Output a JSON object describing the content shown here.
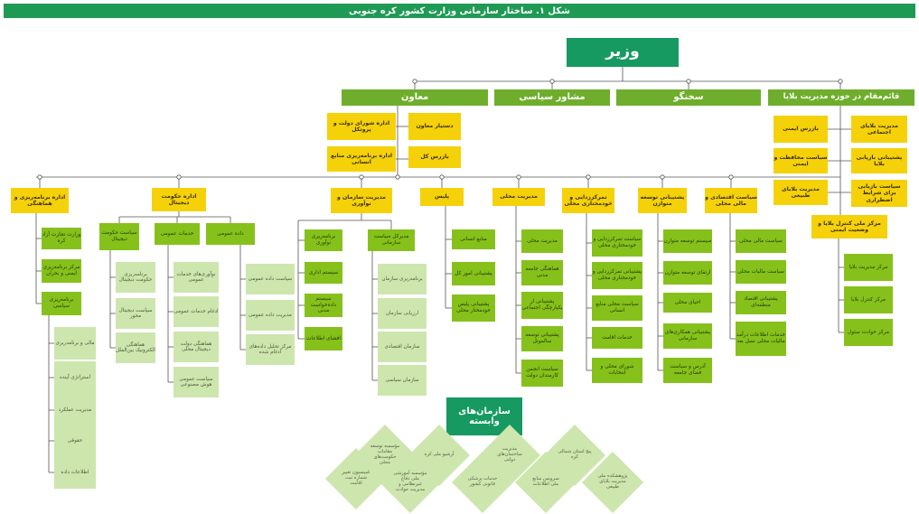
{
  "title": "شکل ۱. ساختار سازمانی وزارت کشور کره جنوبی",
  "top": {
    "minister": "وزیر",
    "deputy": "معاون",
    "policy_advisor": "مشاور سیاسی",
    "spokesperson": "سخنگو",
    "disaster_officer": "قائم‌مقام در حوزه مدیریت بلایا"
  },
  "deputy_staff": [
    "اداره شورای دولت و پروتکل",
    "دستیار معاون",
    "اداره برنامه‌ریزی منابع انسانی",
    "بازرس کل"
  ],
  "disaster_staff": [
    "مدیریت بلایای اجتماعی",
    "بازرس ایمنی",
    "پشتیبانی بازیابی بلایا",
    "سیاست محافظت و ایمنی",
    "سیاست بازیابی برای شرایط اضطراری",
    "مدیریت بلایای طبیعی"
  ],
  "disaster_center": {
    "title": "مرکز ملی کنترل بلایا و وضعیت ایمنی",
    "items": [
      "مرکز مدیریت بلایا",
      "مرکز کنترل بلایا",
      "مرکز حوادث سئول"
    ]
  },
  "offices": [
    {
      "label": "اداره برنامه‌ریزی و هماهنگی",
      "items": [
        "وزارت تجارت آزاد کره",
        "مرکز برنامه‌ریزی ایمنی و بحران",
        "برنامه‌ریزی سیاسی"
      ]
    },
    {
      "label": "اداره حکومت دیجیتال",
      "items": []
    },
    {
      "label": "مدیریت سازمان و نوآوری",
      "items": [
        "برنامه‌ریزی نوآوری",
        "سیستم اداری",
        "سیستم داده‌خواست مدنی",
        "افشای اطلاعات"
      ]
    },
    {
      "label": "پلیس",
      "items": [
        "منابع انسانی",
        "پشتیبانی امور کل",
        "پشتیبانی پلیس خودمختار محلی"
      ]
    },
    {
      "label": "مدیریت محلی",
      "items": [
        "مدیریت محلی",
        "هماهنگی جامعه مدنی",
        "پشتیبانی از یکپارچگی اجتماعی",
        "پشتیبانی توسعه سالمونل",
        "سیاست انجمن کارمندان دولت"
      ]
    },
    {
      "label": "تمرکززدایی و خودمختاری محلی",
      "items": [
        "سیاست تمرکززدایی و خودمختاری محلی",
        "پشتیبانی تمرکززدایی و خودمختاری محلی",
        "سیاست محلی منابع انسانی",
        "خدمات اقامت",
        "شورای محلی و انتخابات"
      ]
    },
    {
      "label": "پشتیبانی توسعه متوازن",
      "items": [
        "سیستم توسعه متوازن",
        "ارتقای توسعه متوازن",
        "احیای محلی",
        "پشتیبانی همکاری‌های سازمانی",
        "آدرس و سیاست فضای جامعه"
      ]
    },
    {
      "label": "سیاست اقتصادی و مالی محلی",
      "items": [
        "سیاست مالی محلی",
        "سیاست مالیات محلی",
        "پشتیبانی اقتصاد منطقه‌ای",
        "خدمات اطلاعات درآمد مالیات محلی نسل بعد"
      ]
    }
  ],
  "planning_sub": [
    "مالی و برنامه‌ریزی",
    "استراتژی آینده",
    "مدیریت عملکرد",
    "حقوقی",
    "اطلاعات داده"
  ],
  "digital": {
    "heads": [
      "سیاست حکومت دیجیتال",
      "خدمات عمومی",
      "داده عمومی"
    ],
    "policy": [
      "برنامه‌ریزی حکومت دیجیتال",
      "سیاست دیجیتال محور",
      "هماهنگی الکترونیک بین‌الملل"
    ],
    "services": [
      "نوآوری‌های خدمات عمومی",
      "ادغام خدمات عمومی",
      "هماهنگی دولت دیجیتال محلی",
      "سیاست عمومی هوش مصنوعی"
    ],
    "data": [
      "سیاست داده عمومی",
      "مدیریت داده عمومی",
      "مرکز تحلیل داده‌های ادغام شده"
    ]
  },
  "org_innovation_head": "مدیرکل سیاست سازمانی",
  "org_innovation_sub": [
    "برنامه‌ریزی سازمان",
    "ارزیابی سازمان",
    "سازمان اقتصادی",
    "سازمان سیاسی"
  ],
  "affiliated": {
    "title": "سازمان‌های وابسته",
    "items": [
      "کمیسیون تغییر شماره ثبت اقامت",
      "مؤسسه توسعه مقامات حکومت‌های محلی",
      "مؤسسه آموزشی ملی دفاع غیرنظامی و مدیریت حوادث",
      "آرشیو ملی کره",
      "خدمات پزشکی قانونی کشور",
      "مدیریت ساختمان‌های دولتی",
      "سرویس منابع ملی اطلاعات",
      "پنج استان شمالی کره",
      "پژوهشکده ملی مدیریت بلایای طبیعی"
    ]
  },
  "colors": {
    "title_bar": "#1f9a55",
    "minister": "#169a62",
    "yellow": "#f5d10a",
    "green": "#86c11b",
    "light_green": "#cde6ae"
  }
}
